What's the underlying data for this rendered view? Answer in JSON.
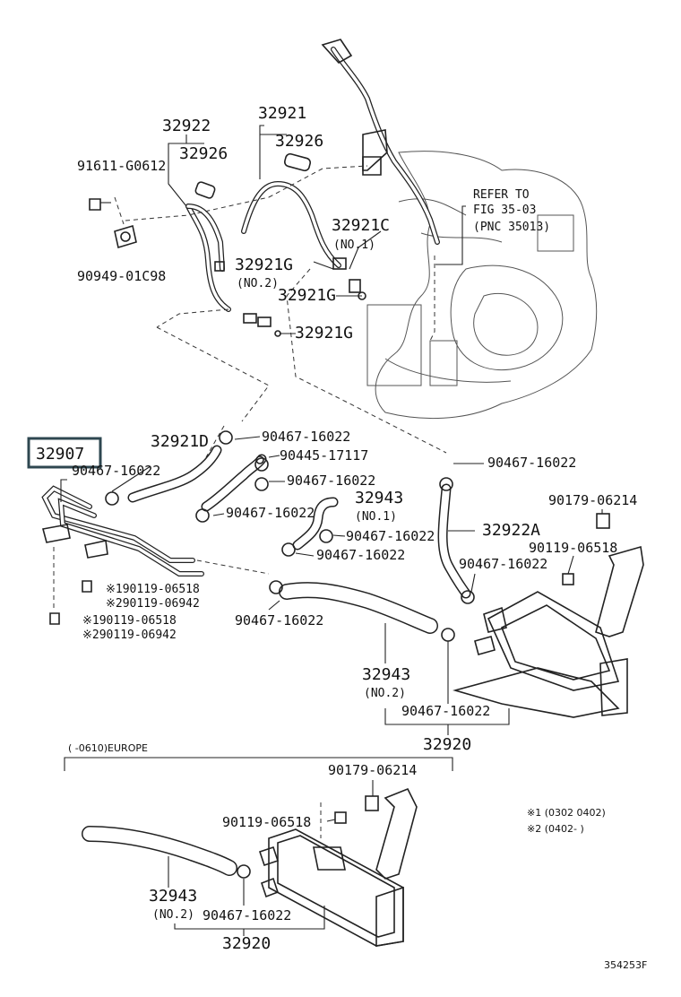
{
  "callouts": {
    "c32922": "32922",
    "c32926a": "32926",
    "c32921": "32921",
    "c32926b": "32926",
    "c91611": "91611-G0612",
    "c90949": "90949-01C98",
    "c32921c": "32921C",
    "c32921c_sub": "(NO.1)",
    "c32921g_top": "32921G",
    "c32921g_top_sub": "(NO.2)",
    "c32921g_a": "32921G",
    "c32921g_b": "32921G",
    "refer1": "REFER TO",
    "refer2": "FIG 35-03",
    "refer3": "(PNC 35013)",
    "c32907": "32907",
    "c32921d": "32921D",
    "c90467_a": "90467-16022",
    "c90467_b": "90467-16022",
    "c90445": "90445-17117",
    "c90467_c": "90467-16022",
    "c32943a": "32943",
    "c32943a_sub": "(NO.1)",
    "c90467_d": "90467-16022",
    "c90467_e": "90467-16022",
    "c90467_f": "90467-16022",
    "c90119a_1": "※190119-06518",
    "c90119a_2": "※290119-06942",
    "c90119b_1": "※190119-06518",
    "c90119b_2": "※290119-06942",
    "c90467_g": "90467-16022",
    "c90467_top_r": "90467-16022",
    "c32922a": "32922A",
    "c90179": "90179-06214",
    "c90119r": "90119-06518",
    "c90467_r": "90467-16022",
    "c32943b": "32943",
    "c32943b_sub": "(NO.2)",
    "c90467_bot": "90467-16022",
    "c32920": "32920",
    "europe": "(    -0610)EUROPE",
    "e90179": "90179-06214",
    "e90119": "90119-06518",
    "note1": "※1 (0302  0402)",
    "note2": "※2 (0402-      )",
    "e32943": "32943",
    "e32943_sub": "(NO.2)",
    "e90467": "90467-16022",
    "e32920": "32920",
    "fig_id": "354253F"
  },
  "colors": {
    "line": "#222222",
    "highlight": "#2e4750"
  }
}
